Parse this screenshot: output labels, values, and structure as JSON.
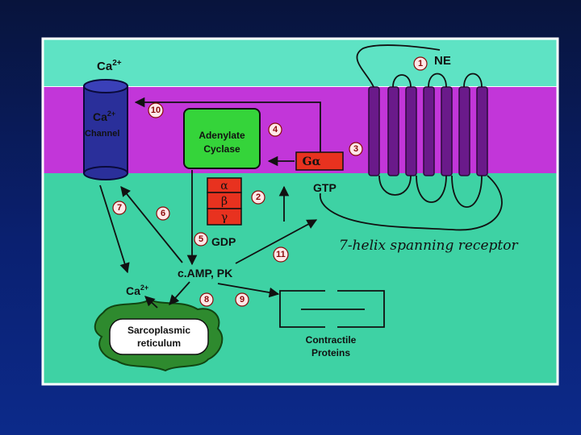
{
  "labels": {
    "ca_outside": "Ca",
    "ca_outside_sup": "2+",
    "ca_channel": "Ca",
    "ca_channel_sup": "2+",
    "channel": "Channel",
    "adenylate": "Adenylate",
    "cyclase": "Cyclase",
    "g_alpha": "Gα",
    "alpha": "α",
    "beta": "β",
    "gamma": "γ",
    "gtp": "GTP",
    "gdp": "GDP",
    "camp_pk": "c.AMP, PK",
    "ca_inside": "Ca",
    "ca_inside_sup": "2+",
    "sr_line1": "Sarcoplasmic",
    "sr_line2": "reticulum",
    "contractile_line1": "Contractile",
    "contractile_line2": "Proteins",
    "ne": "NE",
    "receptor_caption": "7-helix spanning receptor"
  },
  "steps": [
    "1",
    "2",
    "3",
    "4",
    "5",
    "6",
    "7",
    "8",
    "9",
    "10",
    "11"
  ],
  "colors": {
    "extracellular": "#5ee3c4",
    "membrane": "#c236d9",
    "cytoplasm": "#3ed2a4",
    "channel": "#2a2f9a",
    "cyclase": "#35d43a",
    "g_protein": "#e8321f",
    "helix": "#6a1a8a",
    "sr": "#2e8a2e"
  }
}
